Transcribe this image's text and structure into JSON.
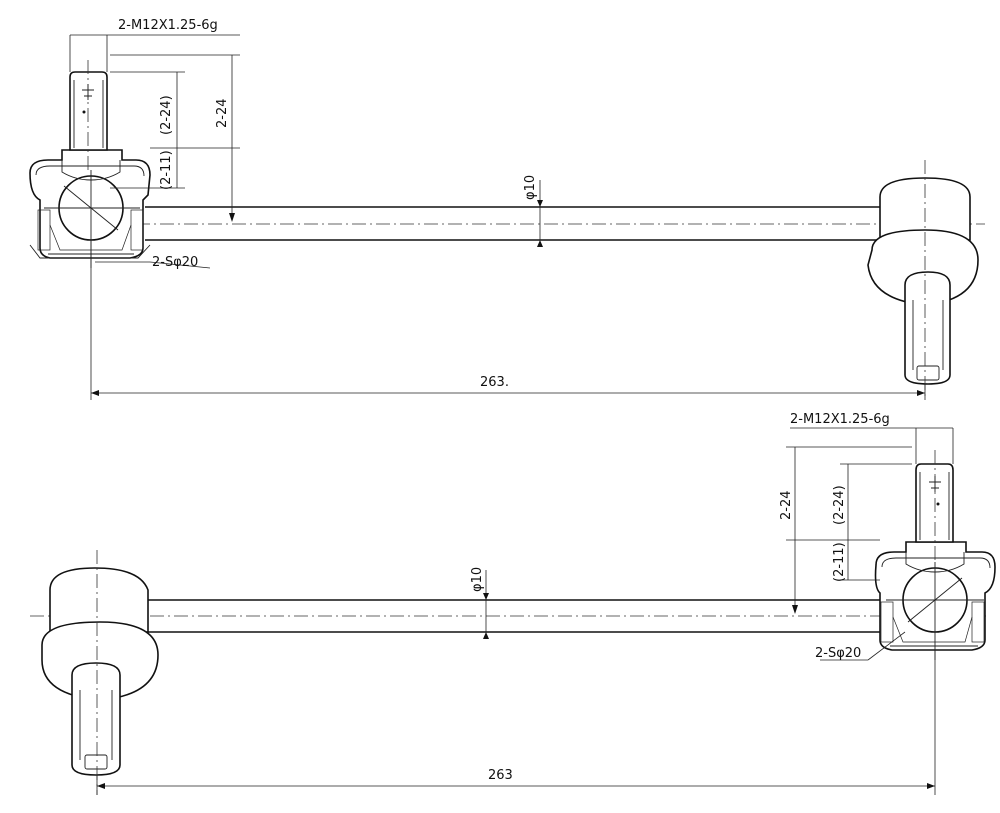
{
  "drawings": [
    {
      "thread": "2-M12X1.25-6g",
      "stud_length": "2-24",
      "stud_length_alt": "(2-24)",
      "stud_offset": "(2-11)",
      "ball": "2-Sφ20",
      "rod_diameter": "φ10",
      "overall_length": "263."
    },
    {
      "thread": "2-M12X1.25-6g",
      "stud_length": "2-24",
      "stud_length_alt": "(2-24)",
      "stud_offset": "(2-11)",
      "ball": "2-Sφ20",
      "rod_diameter": "φ10",
      "overall_length": "263"
    }
  ]
}
